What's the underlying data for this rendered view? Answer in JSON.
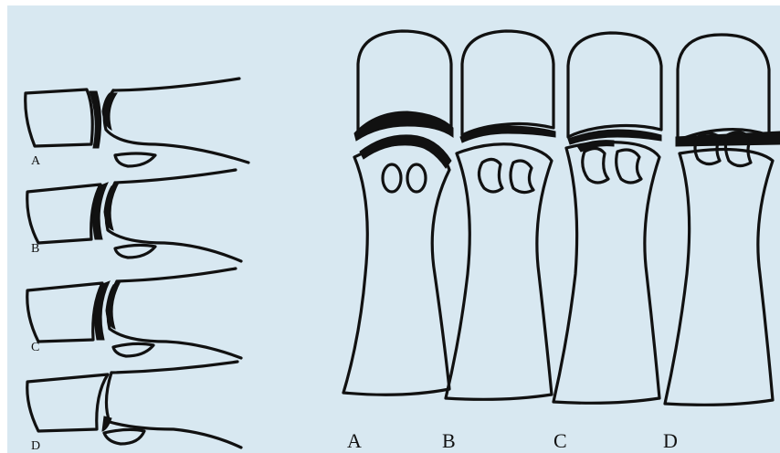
{
  "figure": {
    "colors": {
      "background": "#d8e8f1",
      "line": "#111111"
    },
    "left_panel": {
      "labels": [
        "A",
        "B",
        "C",
        "D"
      ]
    },
    "right_panel": {
      "labels": [
        "A",
        "B",
        "C",
        "D"
      ]
    }
  }
}
